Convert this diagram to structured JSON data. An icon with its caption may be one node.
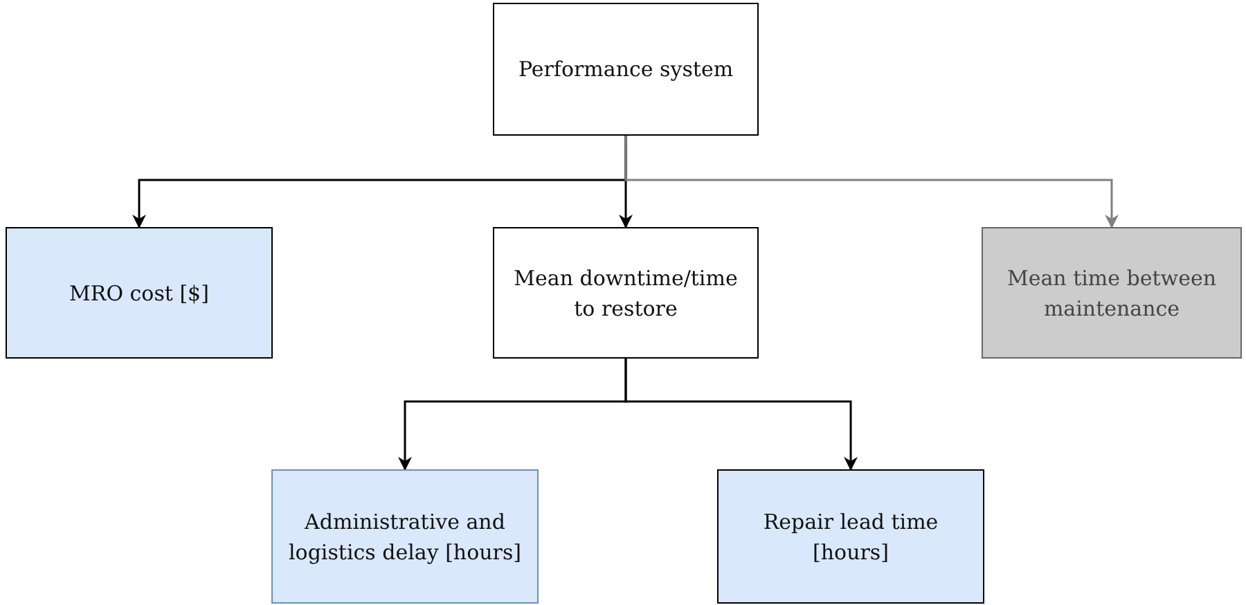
{
  "diagram": {
    "nodes": [
      {
        "text": [
          "Performance system"
        ]
      },
      {
        "text": [
          "MRO cost [$]"
        ]
      },
      {
        "text": [
          "Mean downtime/time to restore"
        ]
      },
      {
        "text": [
          "Mean time between maintenance"
        ]
      },
      {
        "text": [
          "Administrative and logistics delay [hours]"
        ]
      },
      {
        "text": [
          "Repair lead time [hours]"
        ]
      }
    ],
    "edges": [
      {
        "from": 0,
        "to": 1,
        "arrow": "to"
      },
      {
        "from": 0,
        "to": 2,
        "arrow": "to"
      },
      {
        "from": 0,
        "to": 3,
        "arrow": "to",
        "color": "#808080"
      },
      {
        "from": 2,
        "to": 4,
        "arrow": "to"
      },
      {
        "from": 2,
        "to": 5,
        "arrow": "to"
      }
    ]
  }
}
